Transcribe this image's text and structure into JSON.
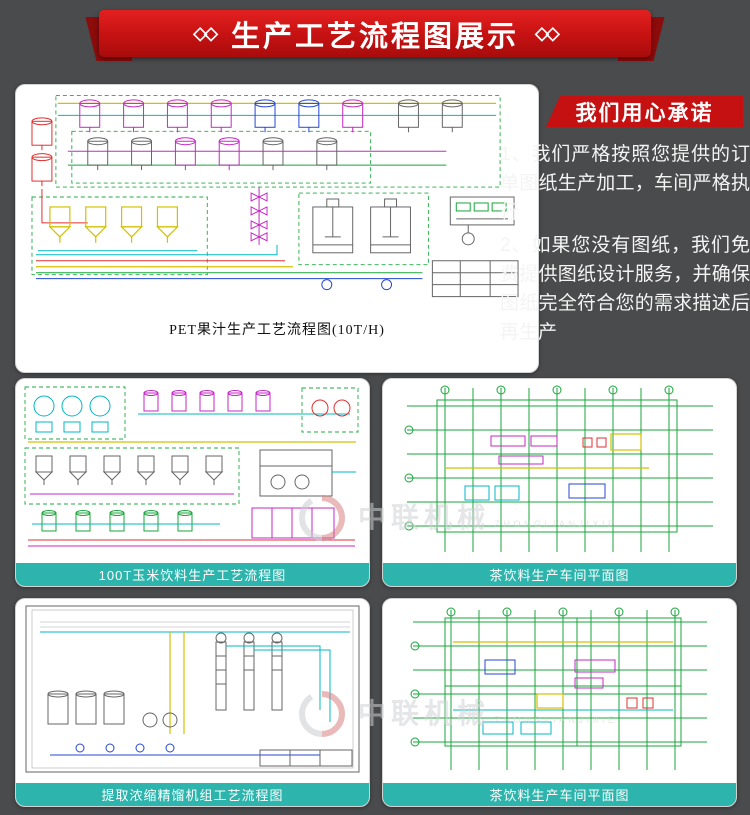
{
  "colors": {
    "page_bg": "#4a4b4d",
    "banner_red": "#c51111",
    "badge_red": "#c51111",
    "caption_teal": "#2db5ad"
  },
  "header": {
    "decor_left": "◇◇",
    "title": "生产工艺流程图展示",
    "decor_right": "◇◇"
  },
  "promise": {
    "badge": "我们用心承诺",
    "lines": [
      "1、我们严格按照您提供的订单图纸生产加工，车间严格执行",
      "2、如果您没有图纸，我们免费提供图纸设计服务，并确保图纸完全符合您的需求描述后再生产"
    ]
  },
  "diagrams": {
    "main": {
      "caption": "PET果汁生产工艺流程图(10T/H)"
    },
    "grid": [
      {
        "caption": "100T玉米饮料生产工艺流程图"
      },
      {
        "caption": "茶饮料生产车间平面图"
      },
      {
        "caption": "提取浓缩精馏机组工艺流程图"
      },
      {
        "caption": "茶饮料生产车间平面图"
      }
    ]
  },
  "watermark": {
    "text": "中联机械",
    "subtext": "ZHONGLIANJIXIE"
  }
}
